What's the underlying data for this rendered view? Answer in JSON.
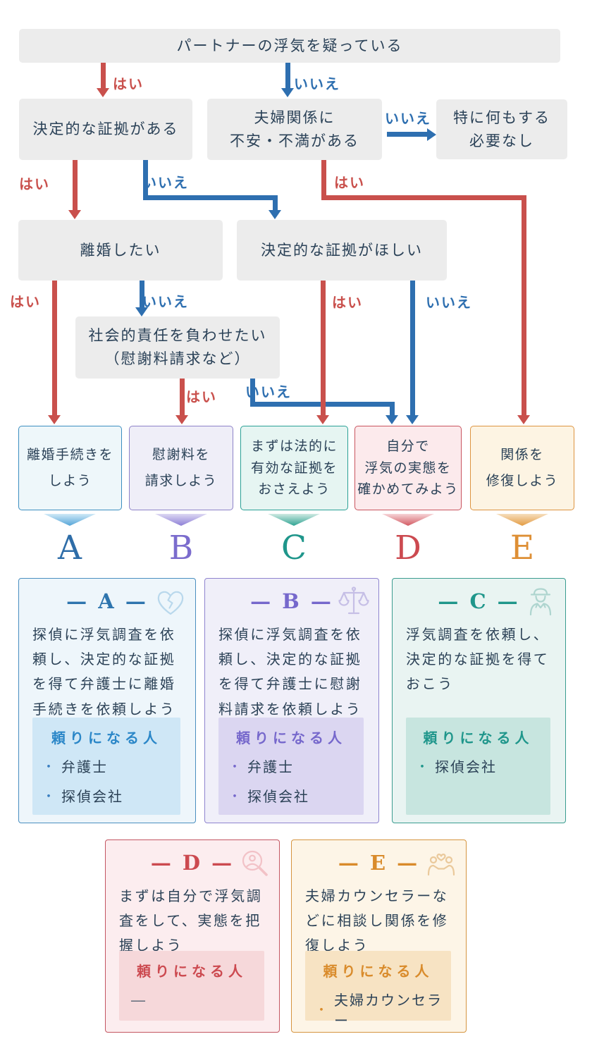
{
  "bullet": "・",
  "palette": {
    "yes_red": "#c9504c",
    "no_blue": "#2e6fb0",
    "question_box_bg": "#ececec",
    "text_navy": "#2a4157",
    "letter_a": "#2e6da8",
    "letter_b": "#7b6ccd",
    "letter_c": "#1f968b",
    "letter_d": "#cc4a50",
    "letter_e": "#de8f35"
  },
  "flow": {
    "start": "パートナーの浮気を疑っている",
    "yes": "はい",
    "no": "いいえ",
    "q_evidence": "決定的な証拠がある",
    "q_marriage": [
      "夫婦関係に",
      "不安・不満がある"
    ],
    "no_action": [
      "特に何もする",
      "必要なし"
    ],
    "q_divorce": "離婚したい",
    "q_want_evidence": "決定的な証拠がほしい",
    "q_social": [
      "社会的責任を負わせたい",
      "（慰謝料請求など）"
    ],
    "outcomes": [
      {
        "letter": "A",
        "lines": [
          "離婚手続きを",
          "しよう"
        ]
      },
      {
        "letter": "B",
        "lines": [
          "慰謝料を",
          "請求しよう"
        ]
      },
      {
        "letter": "C",
        "lines": [
          "まずは法的に",
          "有効な証拠を",
          "おさえよう"
        ]
      },
      {
        "letter": "D",
        "lines": [
          "自分で",
          "浮気の実態を",
          "確かめてみよう"
        ]
      },
      {
        "letter": "E",
        "lines": [
          "関係を",
          "修復しよう"
        ]
      }
    ]
  },
  "cards": [
    {
      "title": "— A —",
      "icon": "broken-heart-icon",
      "body": [
        "探偵に浮気調査を依",
        "頼し、決定的な証拠",
        "を得て弁護士に離婚",
        "手続きを依頼しよう"
      ],
      "helper_title": "頼りになる人",
      "helpers": [
        "弁護士",
        "探偵会社"
      ]
    },
    {
      "title": "— B —",
      "icon": "scales-icon",
      "body": [
        "探偵に浮気調査を依",
        "頼し、決定的な証拠",
        "を得て弁護士に慰謝",
        "料請求を依頼しよう"
      ],
      "helper_title": "頼りになる人",
      "helpers": [
        "弁護士",
        "探偵会社"
      ]
    },
    {
      "title": "— C —",
      "icon": "detective-icon",
      "body": [
        "浮気調査を依頼し、",
        "決定的な証拠を得て",
        "おこう"
      ],
      "helper_title": "頼りになる人",
      "helpers": [
        "探偵会社"
      ]
    },
    {
      "title": "— D —",
      "icon": "magnifier-person-icon",
      "body": [
        "まずは自分で浮気調",
        "査をして、実態を把",
        "握しよう"
      ],
      "helper_title": "頼りになる人",
      "none_mark": "—"
    },
    {
      "title": "— E —",
      "icon": "couple-heart-icon",
      "body": [
        "夫婦カウンセラーな",
        "どに相談し関係を修",
        "復しよう"
      ],
      "helper_title": "頼りになる人",
      "helpers": [
        "夫婦カウンセラー"
      ]
    }
  ]
}
